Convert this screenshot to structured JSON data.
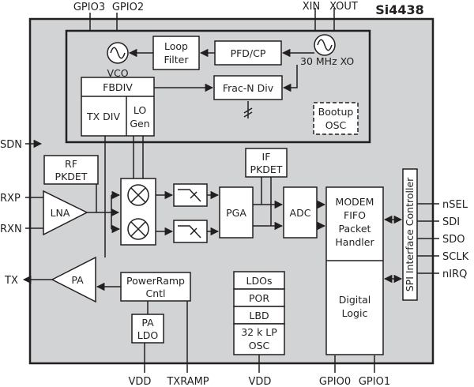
{
  "chip_name": "Si4438",
  "colors": {
    "chip_fill": "#d1d3d4",
    "block_fill": "#ffffff",
    "line": "#231f20"
  },
  "pins": {
    "top": [
      "GPIO3",
      "GPIO2",
      "XIN",
      "XOUT"
    ],
    "left": [
      "SDN",
      "RXP",
      "RXN",
      "TX"
    ],
    "right": [
      "nSEL",
      "SDI",
      "SDO",
      "SCLK",
      "nIRQ"
    ],
    "bottom": [
      "VDD",
      "TXRAMP",
      "VDD",
      "GPIO0",
      "GPIO1"
    ]
  },
  "blocks": {
    "loop_filter": [
      "Loop",
      "Filter"
    ],
    "pfd_cp": "PFD/CP",
    "vco": "VCO",
    "xo": "30 MHz XO",
    "fbdiv": "FBDIV",
    "tx_div": "TX DIV",
    "lo_gen": [
      "LO",
      "Gen"
    ],
    "frac_n_div": "Frac-N Div",
    "bootup_osc": [
      "Bootup",
      "OSC"
    ],
    "rf_pkdet": [
      "RF",
      "PKDET"
    ],
    "if_pkdet": [
      "IF",
      "PKDET"
    ],
    "lna": "LNA",
    "pga": "PGA",
    "adc": "ADC",
    "pa": "PA",
    "powerramp": [
      "PowerRamp",
      "Cntl"
    ],
    "pa_ldo": [
      "PA",
      "LDO"
    ],
    "ldos": "LDOs",
    "por": "POR",
    "lbd": "LBD",
    "lp_osc": [
      "32 k LP",
      "OSC"
    ],
    "modem": [
      "MODEM",
      "FIFO",
      "Packet",
      "Handler"
    ],
    "digital_logic": [
      "Digital",
      "Logic"
    ],
    "spi": "SPI Interface Controller"
  }
}
